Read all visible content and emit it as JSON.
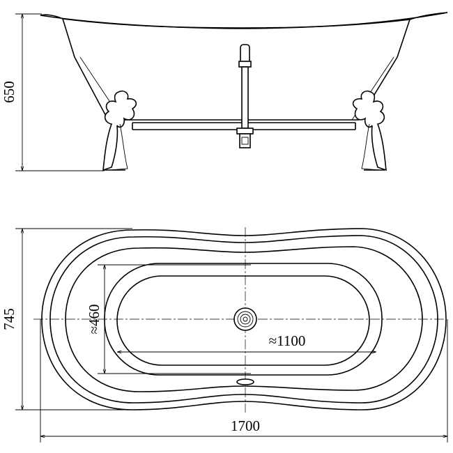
{
  "drawing": {
    "side_view": {
      "height_label": "650"
    },
    "top_view": {
      "width_label": "745",
      "length_label": "1700",
      "inner_length_label": "≈1100",
      "inner_width_label": "≈460"
    }
  }
}
